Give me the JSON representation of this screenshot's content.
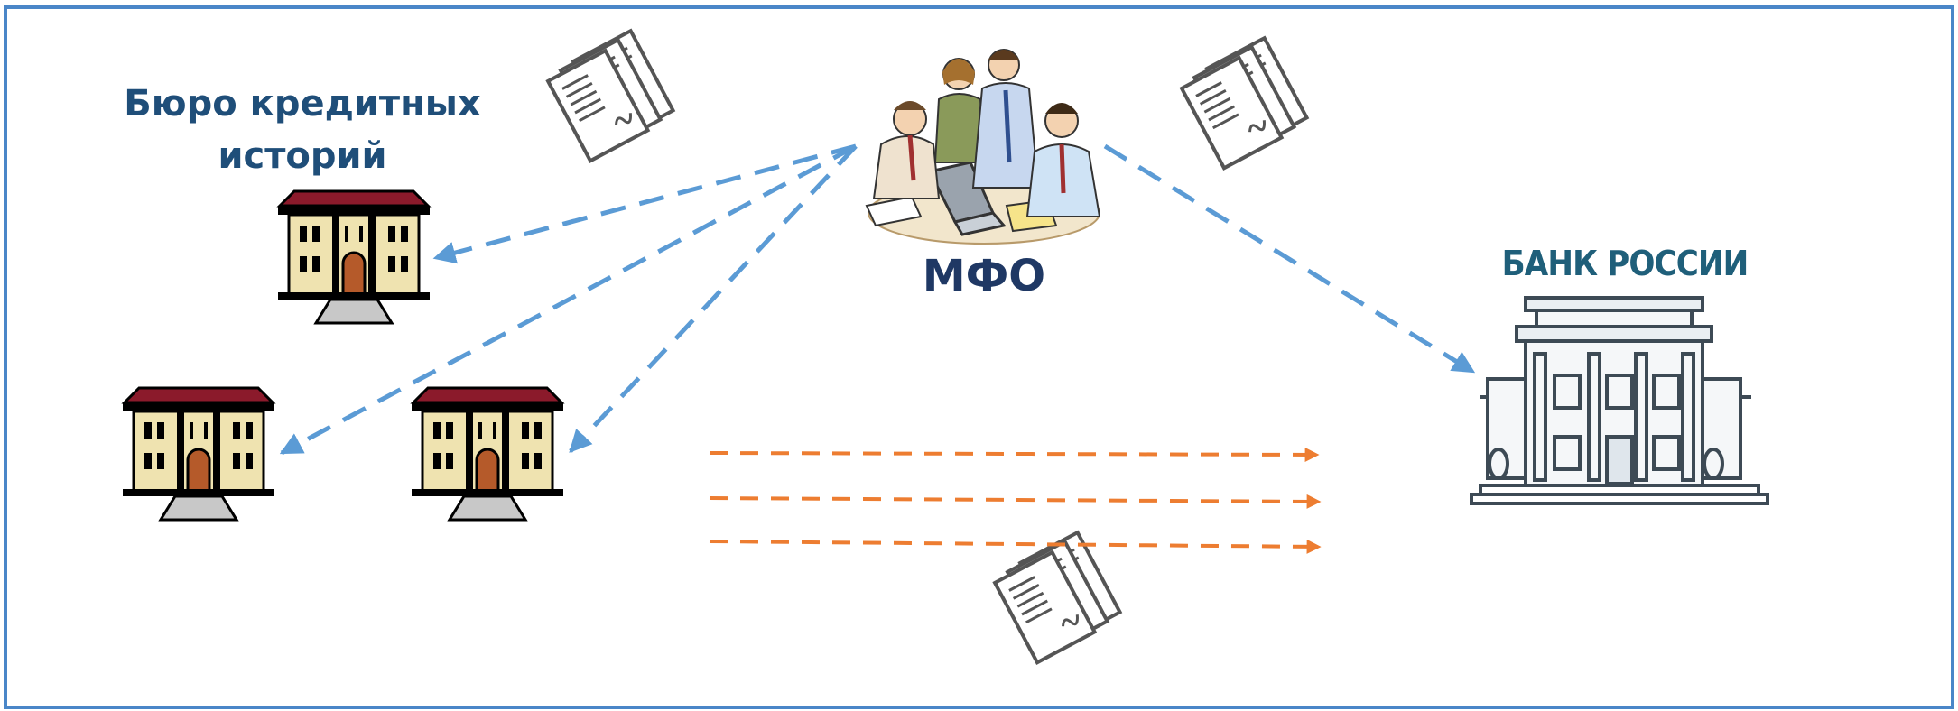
{
  "labels": {
    "credit_bureau": "Бюро кредитных историй",
    "mfo": "МФО",
    "central_bank": "БАНК РОССИИ"
  },
  "colors": {
    "border_blue": "#4a86c8",
    "arrow_blue": "#5b9bd5",
    "arrow_orange": "#ed7d31",
    "title_dark_blue": "#1f3864",
    "bureau_roof": "#8b1a2b",
    "bureau_wall": "#efe3b0"
  },
  "icons": [
    "documents-icon",
    "people-meeting-icon",
    "building-icon",
    "bank-building-icon"
  ]
}
